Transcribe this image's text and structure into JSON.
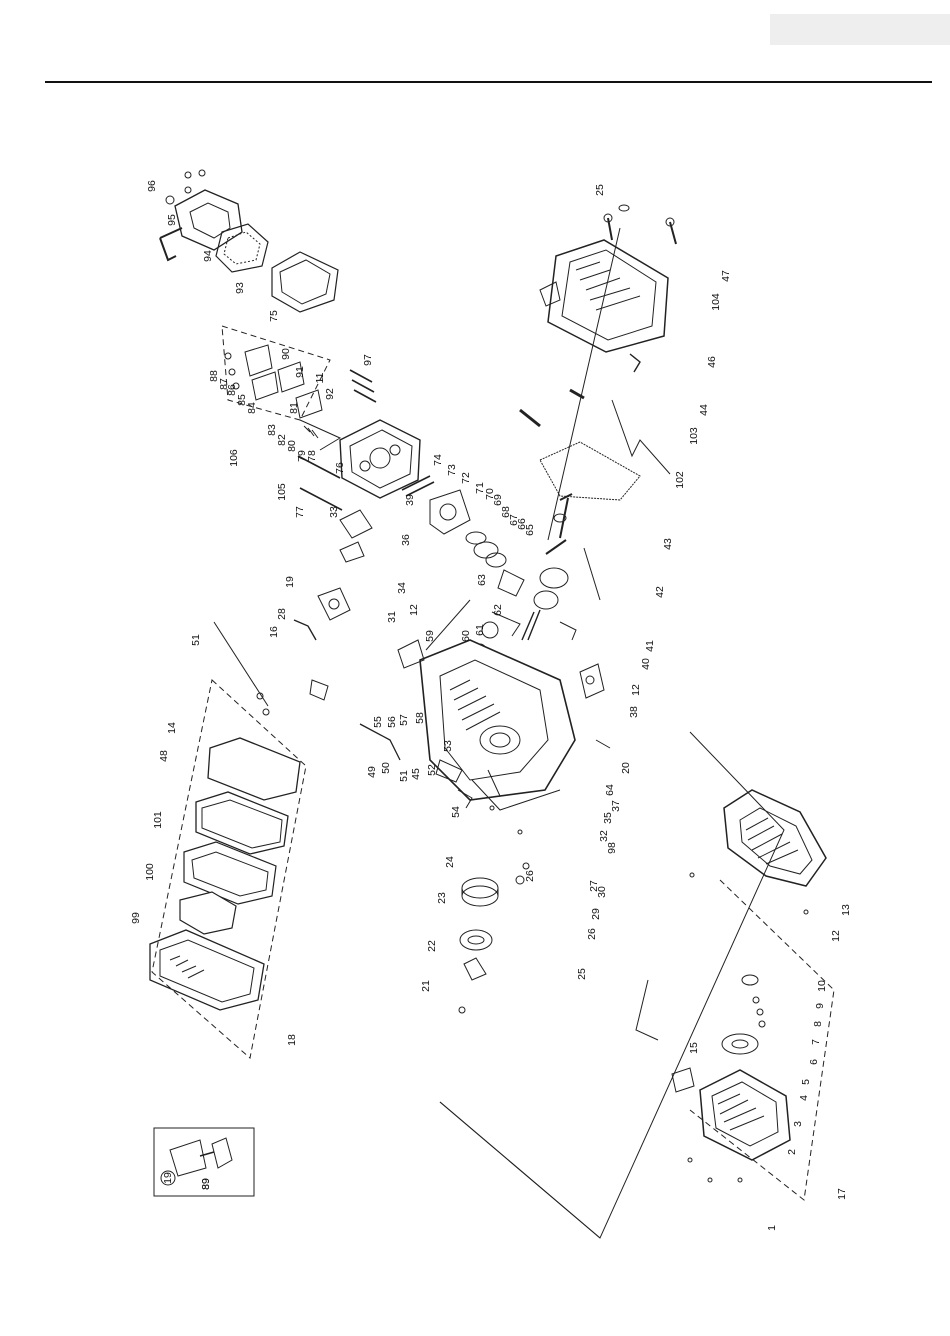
{
  "header": {
    "tab_text": ""
  },
  "diagram": {
    "callout_numbers": [
      "1",
      "2",
      "3",
      "4",
      "5",
      "6",
      "7",
      "8",
      "9",
      "10",
      "11",
      "12",
      "13",
      "14",
      "15",
      "16",
      "17",
      "18",
      "19",
      "20",
      "21",
      "22",
      "23",
      "24",
      "25",
      "26",
      "27",
      "28",
      "29",
      "30",
      "31",
      "32",
      "33",
      "34",
      "35",
      "36",
      "37",
      "38",
      "39",
      "40",
      "41",
      "42",
      "43",
      "44",
      "45",
      "46",
      "47",
      "48",
      "49",
      "50",
      "51",
      "52",
      "53",
      "54",
      "55",
      "56",
      "57",
      "58",
      "59",
      "60",
      "61",
      "62",
      "63",
      "64",
      "65",
      "66",
      "67",
      "68",
      "69",
      "70",
      "71",
      "72",
      "73",
      "74",
      "75",
      "76",
      "77",
      "78",
      "79",
      "80",
      "81",
      "82",
      "83",
      "84",
      "85",
      "86",
      "87",
      "88",
      "89",
      "90",
      "91",
      "92",
      "93",
      "94",
      "95",
      "96",
      "97",
      "98",
      "99",
      "100",
      "101",
      "102",
      "103",
      "104",
      "105",
      "106"
    ],
    "inset": {
      "callouts": [
        "19",
        "89"
      ]
    }
  }
}
